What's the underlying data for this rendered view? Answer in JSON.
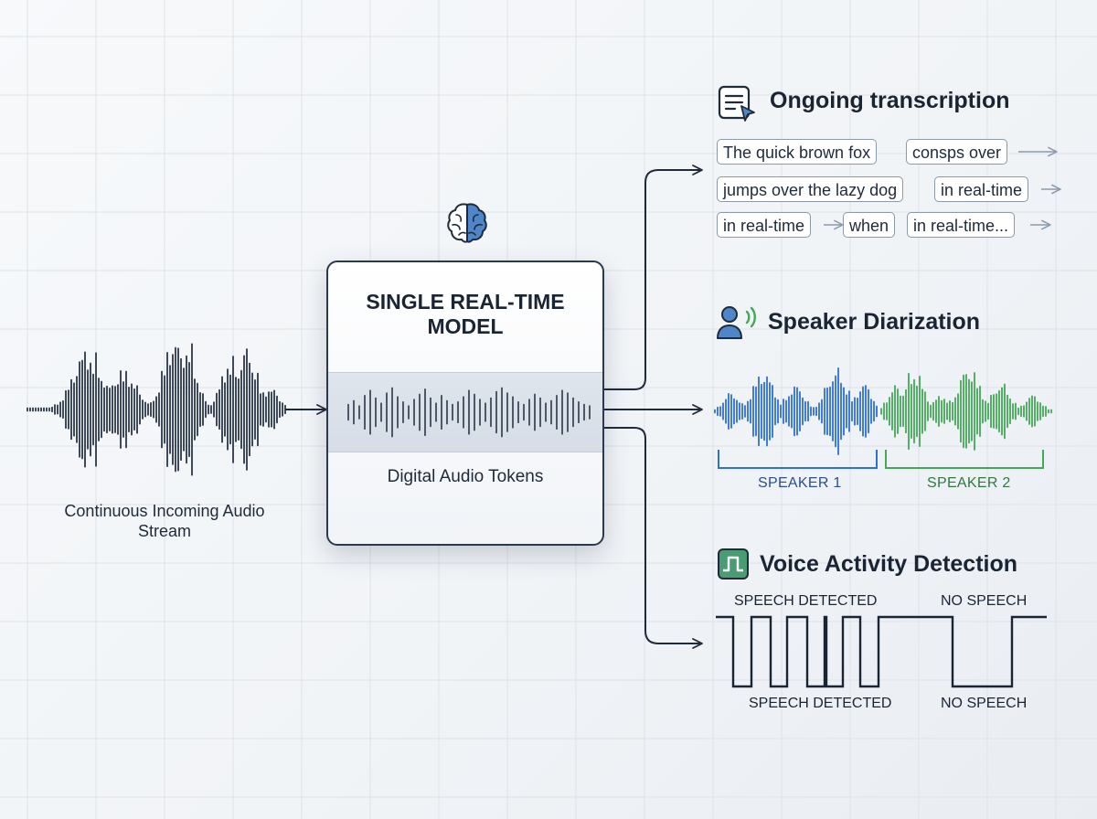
{
  "source": {
    "caption": "Continuous Incoming Audio Stream"
  },
  "model": {
    "title": "SINGLE REAL-TIME MODEL",
    "tokens_caption": "Digital Audio Tokens",
    "icon": "brain-icon"
  },
  "transcription": {
    "title": "Ongoing transcription",
    "icon": "document-cursor-icon",
    "rows": [
      [
        "The quick brown fox",
        "consps over"
      ],
      [
        "jumps over the lazy dog",
        "in real-time"
      ],
      [
        "in real-time",
        "when",
        "in real-time..."
      ]
    ]
  },
  "diarization": {
    "title": "Speaker Diarization",
    "icon": "speaking-person-icon",
    "speakers": [
      {
        "label": "SPEAKER 1",
        "color": "#2f6fd8"
      },
      {
        "label": "SPEAKER 2",
        "color": "#43a857"
      }
    ]
  },
  "vad": {
    "title": "Voice Activity Detection",
    "icon": "square-pulse-icon",
    "top_labels": [
      "SPEECH DETECTED",
      "NO SPEECH"
    ],
    "bottom_labels": [
      "SPEECH DETECTED",
      "NO SPEECH"
    ]
  },
  "colors": {
    "ink": "#1f2a3a",
    "speaker1": "#2f6fd8",
    "speaker2": "#43a857",
    "icon_green": "#4a9d73"
  }
}
